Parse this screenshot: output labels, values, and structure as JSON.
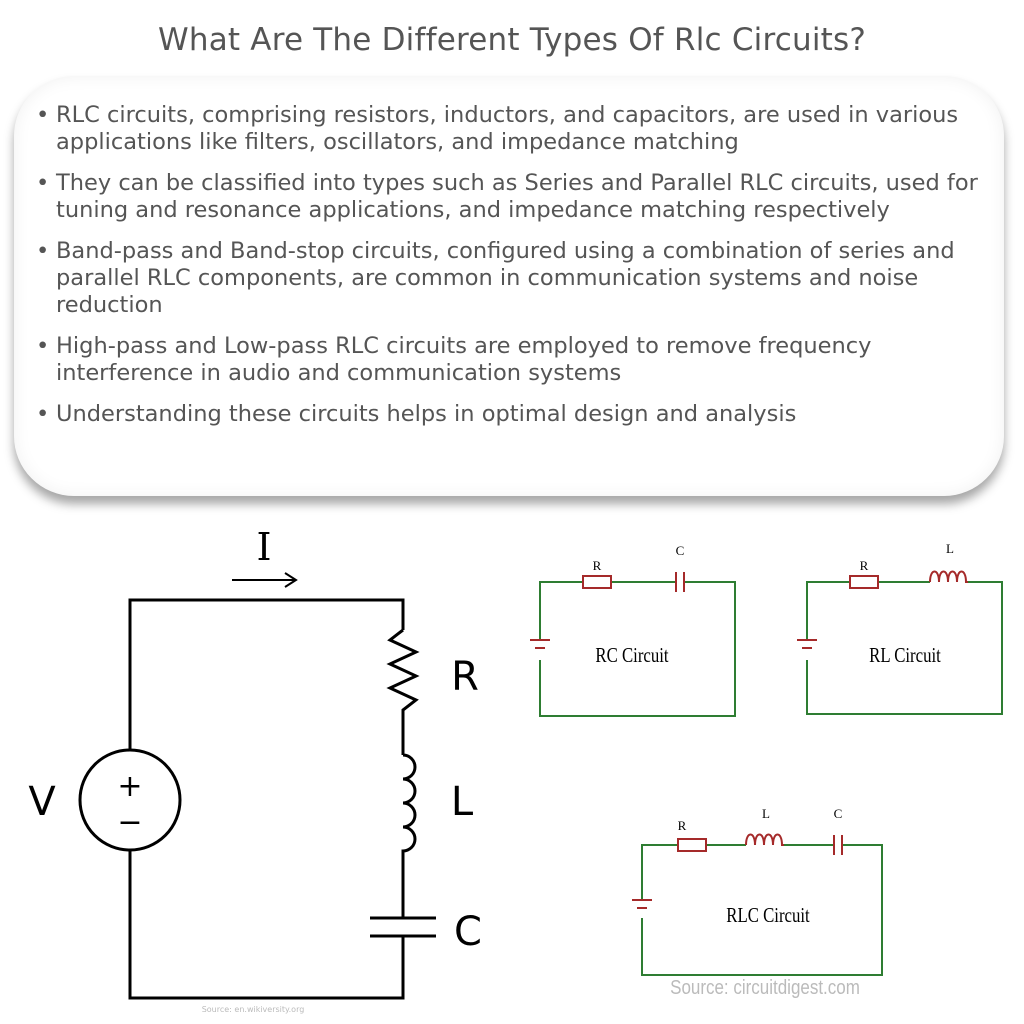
{
  "title": "What Are The Different Types Of Rlc Circuits?",
  "bullets": [
    "RLC circuits, comprising resistors, inductors, and capacitors, are used in various applications like filters, oscillators, and impedance matching",
    "They can be classified into types such as Series and Parallel RLC circuits, used for tuning and resonance applications, and impedance matching respectively",
    "Band-pass and Band-stop circuits, configured using a combination of series and parallel RLC components, are common in communication systems and noise reduction",
    "High-pass and Low-pass RLC circuits are employed to remove frequency interference in audio and communication systems",
    "Understanding these circuits helps in optimal design and analysis"
  ],
  "series_circuit": {
    "current_label": "I",
    "voltage_label": "V",
    "plus": "+",
    "minus": "−",
    "resistor_label": "R",
    "inductor_label": "L",
    "capacitor_label": "C",
    "source": "Source: en.wikiversity.org"
  },
  "rc_circuit": {
    "title": "RC Circuit",
    "r": "R",
    "c": "C"
  },
  "rl_circuit": {
    "title": "RL Circuit",
    "r": "R",
    "l": "L"
  },
  "rlc_circuit": {
    "title": "RLC Circuit",
    "r": "R",
    "l": "L",
    "c": "C"
  },
  "right_source": "Source: circuitdigest.com",
  "colors": {
    "wire_green": "#2e7d32",
    "component_red": "#a52a2a",
    "text": "#555555"
  }
}
